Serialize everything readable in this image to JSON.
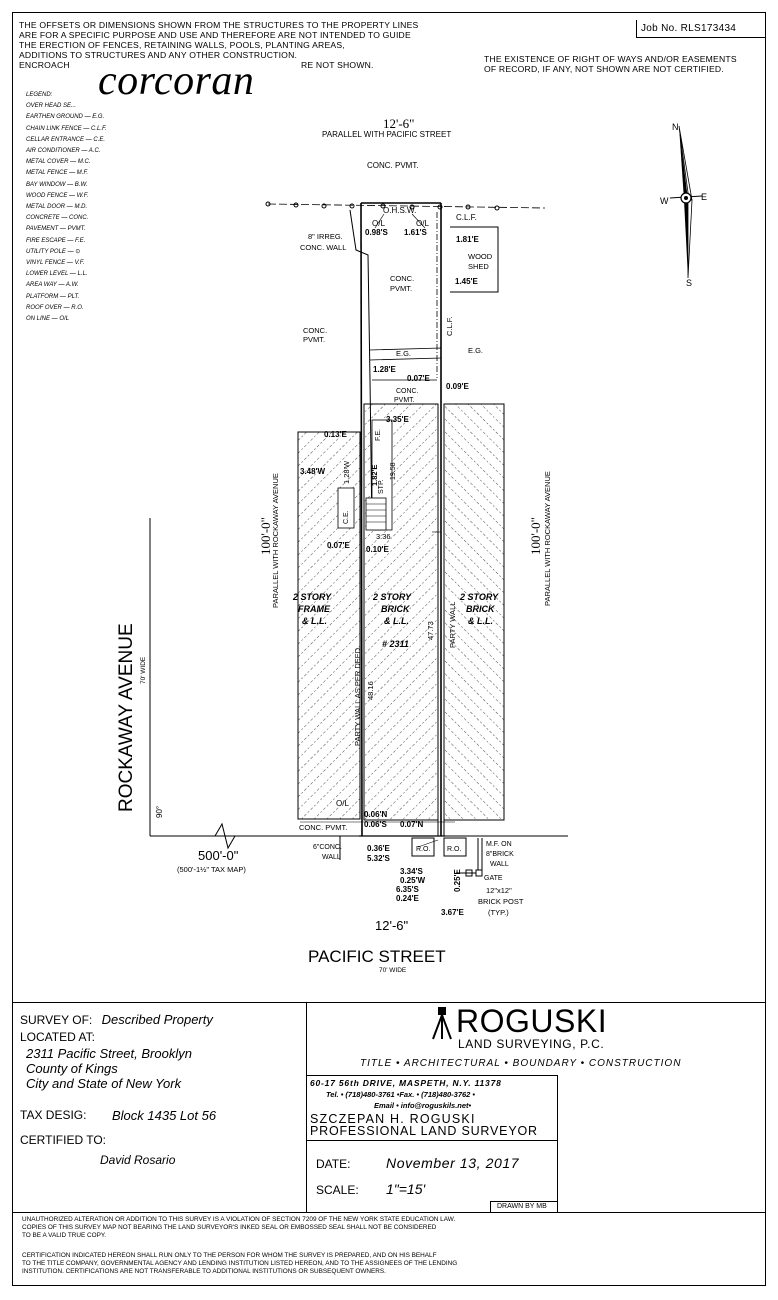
{
  "header": {
    "notice_lines": [
      "THE OFFSETS OR DIMENSIONS SHOWN FROM THE STRUCTURES TO THE PROPERTY LINES",
      "ARE FOR A SPECIFIC PURPOSE AND USE AND THEREFORE ARE NOT INTENDED TO GUIDE",
      "THE ERECTION OF FENCES, RETAINING WALLS, POOLS, PLANTING AREAS,",
      "ADDITIONS TO STRUCTURES AND ANY OTHER CONSTRUCTION.",
      "ENCROACH",
      "RE NOT SHOWN."
    ],
    "job_no": "Job No. RLS173434",
    "rights_of_way_lines": [
      "THE EXISTENCE OF RIGHT OF WAYS AND/OR EASEMENTS",
      "OF RECORD, IF ANY, NOT SHOWN ARE NOT CERTIFIED."
    ],
    "watermark": "corcoran"
  },
  "legend": {
    "title": "LEGEND:",
    "items": [
      {
        "name": "OVER HEAD SE...",
        "abbr": ""
      },
      {
        "name": "EARTHEN GROUND",
        "abbr": "E.G."
      },
      {
        "name": "CHAIN LINK FENCE",
        "abbr": "C.L.F."
      },
      {
        "name": "CELLAR ENTRANCE",
        "abbr": "C.E."
      },
      {
        "name": "AIR CONDITIONER",
        "abbr": "A.C."
      },
      {
        "name": "METAL COVER",
        "abbr": "M.C."
      },
      {
        "name": "METAL FENCE",
        "abbr": "M.F."
      },
      {
        "name": "BAY WINDOW",
        "abbr": "B.W."
      },
      {
        "name": "WOOD FENCE",
        "abbr": "W.F."
      },
      {
        "name": "METAL DOOR",
        "abbr": "M.D."
      },
      {
        "name": "CONCRETE",
        "abbr": "CONC."
      },
      {
        "name": "PAVEMENT",
        "abbr": "PVMT."
      },
      {
        "name": "FIRE ESCAPE",
        "abbr": "F.E."
      },
      {
        "name": "UTILITY POLE",
        "abbr": ""
      },
      {
        "name": "VINYL FENCE",
        "abbr": "V.F."
      },
      {
        "name": "LOWER LEVEL",
        "abbr": "L.L."
      },
      {
        "name": "AREA WAY",
        "abbr": "A.W."
      },
      {
        "name": "PLATFORM",
        "abbr": "PLT."
      },
      {
        "name": "ROOF OVER",
        "abbr": "R.O."
      },
      {
        "name": "ON LINE",
        "abbr": "O/L"
      }
    ]
  },
  "compass": {
    "n": "N",
    "s": "S",
    "e": "E",
    "w": "W"
  },
  "survey": {
    "top_dim": "12'-6\"",
    "top_parallel": "PARALLEL WITH PACIFIC STREET",
    "conc_pvmt": "CONC. PVMT.",
    "ohsw": "O.H.S.W.",
    "ol1": "O/L",
    "ol2": "O/L",
    "clf": "C.L.F.",
    "d_098s": "0.98'S",
    "d_161s": "1.61'S",
    "d_181e": "1.81'E",
    "wood_shed_1": "WOOD",
    "wood_shed_2": "SHED",
    "d_145e": "1.45'E",
    "irreg_wall_1": "8\" IRREG.",
    "irreg_wall_2": "CONC. WALL",
    "conc_1": "CONC.",
    "pvmt_1": "PVMT.",
    "conc_2": "CONC.",
    "pvmt_2": "PVMT.",
    "clf_vert": "C.L.F.",
    "eg_1": "E.G.",
    "eg_2": "E.G.",
    "d_128e": "1.28'E",
    "d_007e_a": "0.07'E",
    "conc_3": "CONC.",
    "pvmt_3": "PVMT.",
    "d_009e": "0.09'E",
    "d_335e": "3.35'E",
    "d_013e": "0.13'E",
    "fe": "F.E.",
    "d_348w": "3.48'W",
    "d_128w": "1.28'W",
    "d_182e": "1.82'E",
    "stp": "STP.",
    "d_1958": "19.58",
    "ce": "C.E.",
    "d_336": "3.36",
    "d_007e_b": "0.07'E",
    "d_010e": "0.10'E",
    "left_dim": "100'-0\"",
    "left_parallel": "PARALLEL WITH ROCKAWAY AVENUE",
    "right_dim": "100'-0\"",
    "right_parallel": "PARALLEL WITH ROCKAWAY AVENUE",
    "b1_l1": "2 STORY",
    "b1_l2": "FRAME",
    "b1_l3": "& L.L.",
    "b2_l1": "2 STORY",
    "b2_l2": "BRICK",
    "b2_l3": "& L.L.",
    "house_no": "# 2311",
    "b3_l1": "2 STORY",
    "b3_l2": "BRICK",
    "b3_l3": "& L.L.",
    "party_wall_deed": "PARTY WALL AS PER DEED",
    "d_4816": "48.16",
    "d_4773": "47.73",
    "party_wall": "PARTY WALL",
    "street_left": "ROCKAWAY AVENUE",
    "street_left_width": "70' WIDE",
    "angle": "90°",
    "ol_bottom": "O/L",
    "d_006n": "0.06'N",
    "d_006s": "0.06'S",
    "d_007n": "0.07'N",
    "conc_pvmt_bottom": "CONC. PVMT.",
    "conc_wall_1": "6\"CONC.",
    "conc_wall_2": "WALL",
    "d_036e": "0.36'E",
    "d_532s": "5.32'S",
    "ro_1": "R.O.",
    "ro_2": "R.O.",
    "mf_1": "M.F. ON",
    "mf_2": "8\"BRICK",
    "mf_3": "WALL",
    "gate": "GATE",
    "d_334s": "3.34'S",
    "d_025w": "0.25'W",
    "d_025e": "0.25'E",
    "d_635s": "6.35'S",
    "d_024e": "0.24'E",
    "post_1": "12\"x12\"",
    "post_2": "BRICK POST",
    "post_3": "(TYP.)",
    "d_367e": "3.67'E",
    "dist_500": "500'-0\"",
    "tax_map": "(500'-1½\" TAX MAP)",
    "bottom_dim": "12'-6\"",
    "street_bottom": "PACIFIC STREET",
    "street_bottom_width": "70' WIDE"
  },
  "title_block": {
    "survey_of_label": "SURVEY OF:",
    "survey_of_value": "Described Property",
    "located_label": "LOCATED AT:",
    "address_1": "2311 Pacific Street, Brooklyn",
    "address_2": "County of Kings",
    "address_3": "City and State of New York",
    "tax_label": "TAX DESIG:",
    "tax_value": "Block 1435 Lot 56",
    "certified_label": "CERTIFIED TO:",
    "certified_value": "David Rosario",
    "company_name": "ROGUSKI",
    "company_sub": "LAND SURVEYING, P.C.",
    "services": "TITLE • ARCHITECTURAL • BOUNDARY • CONSTRUCTION",
    "address_line": "60-17 56th DRIVE, MASPETH, N.Y. 11378",
    "phone_line": "Tel. • (718)480-3761 •Fax. • (718)480-3762 •",
    "email_line": "Email • info@roguskils.net•",
    "surveyor_name": "SZCZEPAN H. ROGUSKI",
    "surveyor_title": "PROFESSIONAL LAND SURVEYOR",
    "date_label": "DATE:",
    "date_value": "November 13, 2017",
    "scale_label": "SCALE:",
    "scale_value": "1\"=15'",
    "drawn_by": "DRAWN BY MB",
    "disclaimer_1": "UNAUTHORIZED ALTERATION OR ADDITION TO THIS SURVEY IS A VIOLATION OF SECTION 7209 OF THE NEW YORK STATE EDUCATION LAW.",
    "disclaimer_2": "COPIES OF THIS SURVEY MAP NOT BEARING THE LAND SURVEYOR'S INKED SEAL OR EMBOSSED SEAL SHALL NOT BE CONSIDERED",
    "disclaimer_3": "TO BE A VALID TRUE COPY.",
    "disclaimer_4": "CERTIFICATION INDICATED HEREON SHALL RUN ONLY TO THE PERSON FOR WHOM THE SURVEY IS PREPARED, AND ON HIS BEHALF",
    "disclaimer_5": "TO THE TITLE COMPANY, GOVERNMENTAL AGENCY AND LENDING INSTITUTION LISTED HEREON, AND TO THE ASSIGNEES OF THE LENDING",
    "disclaimer_6": "INSTITUTION. CERTIFICATIONS ARE NOT TRANSFERABLE TO ADDITIONAL INSTITUTIONS OR SUBSEQUENT OWNERS."
  }
}
